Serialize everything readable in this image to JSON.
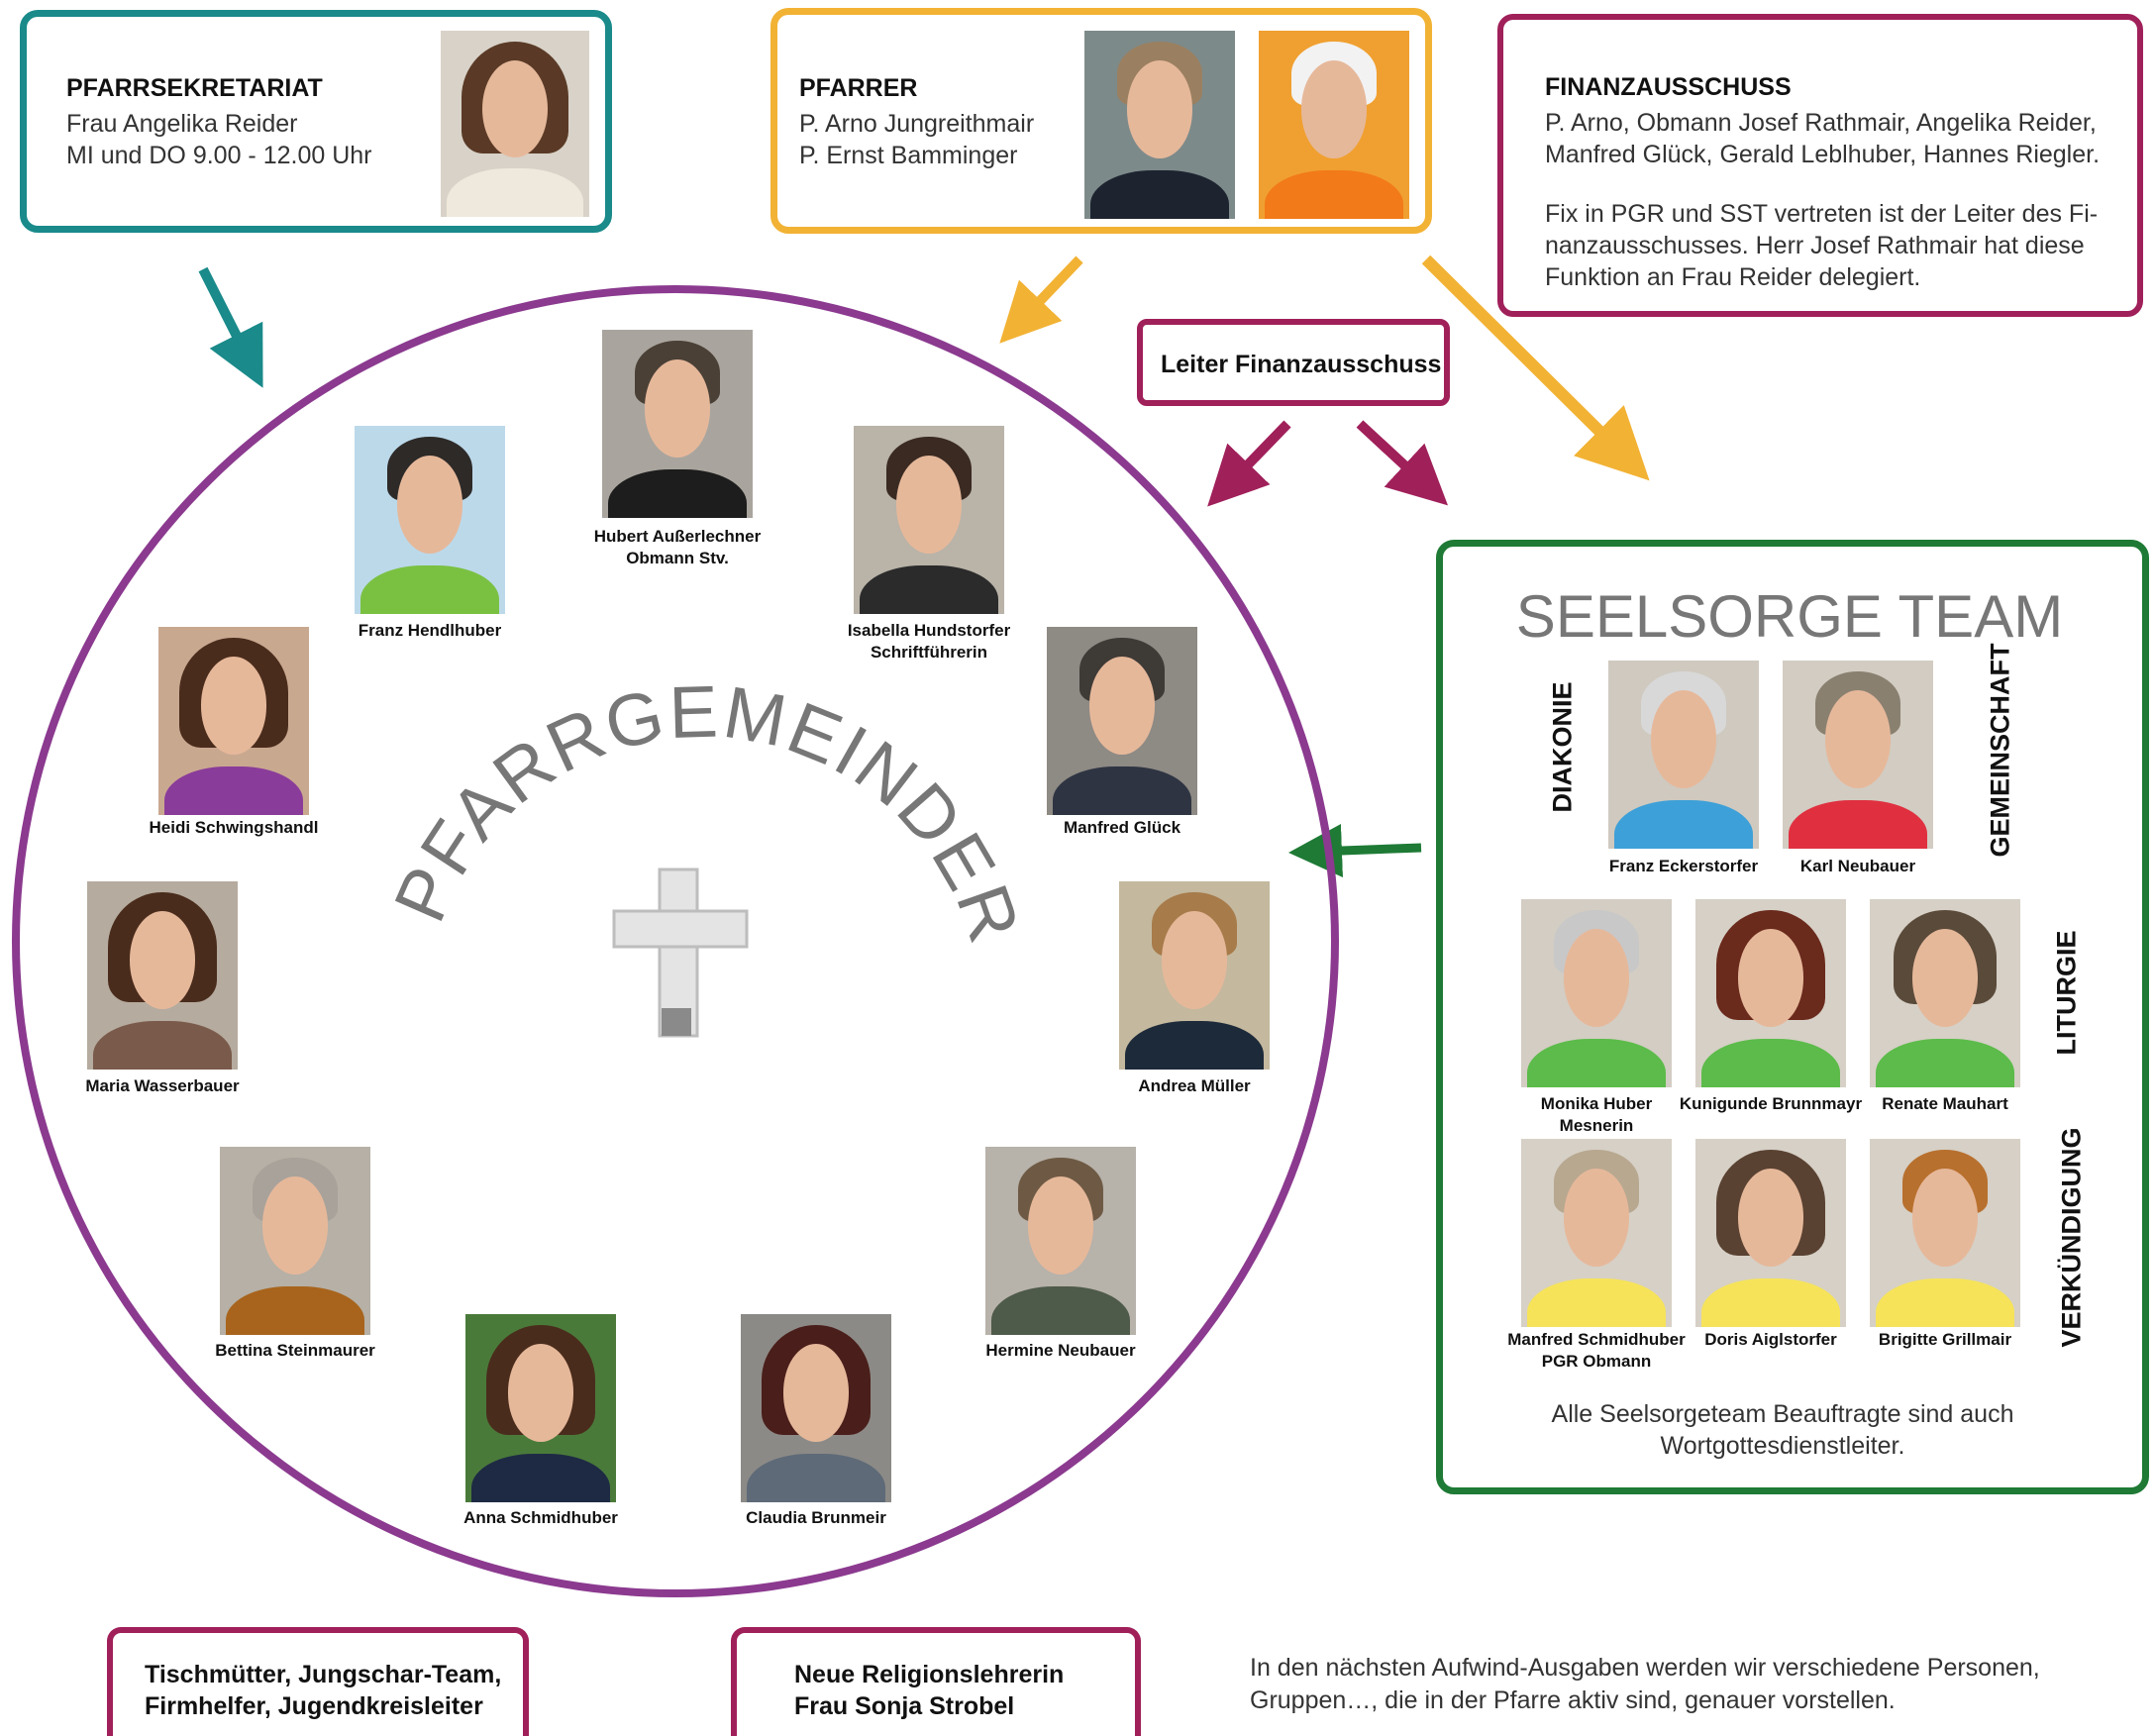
{
  "sekretariat": {
    "title": "PFARRSEKRETARIAT",
    "lines": [
      "Frau Angelika Reider",
      "MI und DO 9.00 - 12.00 Uhr"
    ]
  },
  "pfarrer": {
    "title": "PFARRER",
    "lines": [
      "P. Arno Jungreithmair",
      "P. Ernst Bamminger"
    ]
  },
  "finanz": {
    "title": "FINANZAUSSCHUSS",
    "lines": [
      "P. Arno, Obmann Josef Rathmair, Angelika Reider,",
      "Manfred Glück, Gerald Leblhuber, Hannes Riegler."
    ],
    "note": [
      "Fix in PGR und SST vertreten ist der Leiter des Fi-",
      "nanzausschusses. Herr Josef Rathmair hat diese",
      "Funktion an Frau Reider delegiert."
    ]
  },
  "leiter_label": "Leiter Finanzausschuss",
  "pgr": {
    "title": "PFARRGEMEINDERAT",
    "members": [
      {
        "name": "Hubert Außerlechner",
        "role": "Obmann Stv."
      },
      {
        "name": "Franz Hendlhuber",
        "role": ""
      },
      {
        "name": "Isabella Hundstorfer",
        "role": "Schriftführerin"
      },
      {
        "name": "Heidi Schwingshandl",
        "role": ""
      },
      {
        "name": "Manfred Glück",
        "role": ""
      },
      {
        "name": "Maria Wasserbauer",
        "role": ""
      },
      {
        "name": "Andrea Müller",
        "role": ""
      },
      {
        "name": "Bettina Steinmaurer",
        "role": ""
      },
      {
        "name": "Hermine Neubauer",
        "role": ""
      },
      {
        "name": "Anna Schmidhuber",
        "role": ""
      },
      {
        "name": "Claudia Brunmeir",
        "role": ""
      }
    ]
  },
  "sst": {
    "title": "SEELSORGE TEAM",
    "areas": {
      "diakonie": "DIAKONIE",
      "gemeinschaft": "GEMEINSCHAFT",
      "liturgie": "LITURGIE",
      "verkuendigung": "VERKÜNDIGUNG"
    },
    "members": [
      {
        "name": "Franz Eckerstorfer",
        "role": ""
      },
      {
        "name": "Karl Neubauer",
        "role": ""
      },
      {
        "name": "Monika Huber",
        "role": "Mesnerin"
      },
      {
        "name": "Kunigunde Brunnmayr",
        "role": ""
      },
      {
        "name": "Renate Mauhart",
        "role": ""
      },
      {
        "name": "Manfred Schmidhuber",
        "role": "PGR Obmann"
      },
      {
        "name": "Doris Aiglstorfer",
        "role": ""
      },
      {
        "name": "Brigitte Grillmair",
        "role": ""
      }
    ],
    "note": [
      "Alle Seelsorgeteam Beauftragte sind auch",
      "Wortgottesdienstleiter."
    ]
  },
  "bottom": {
    "groups": [
      "Tischmütter, Jungschar-Team,",
      "Firmhelfer, Jugendkreisleiter"
    ],
    "religion": [
      "Neue Religionslehrerin",
      "Frau Sonja Strobel"
    ],
    "outlook": [
      "In den nächsten Aufwind-Ausgaben werden wir verschiedene Personen,",
      "Gruppen…, die in der Pfarre aktiv sind, genauer vorstellen."
    ]
  },
  "colors": {
    "teal": "#1a8a8a",
    "orange": "#f2b234",
    "plum": "#a0205a",
    "purple": "#8b3a8f",
    "green": "#1e7a35"
  }
}
